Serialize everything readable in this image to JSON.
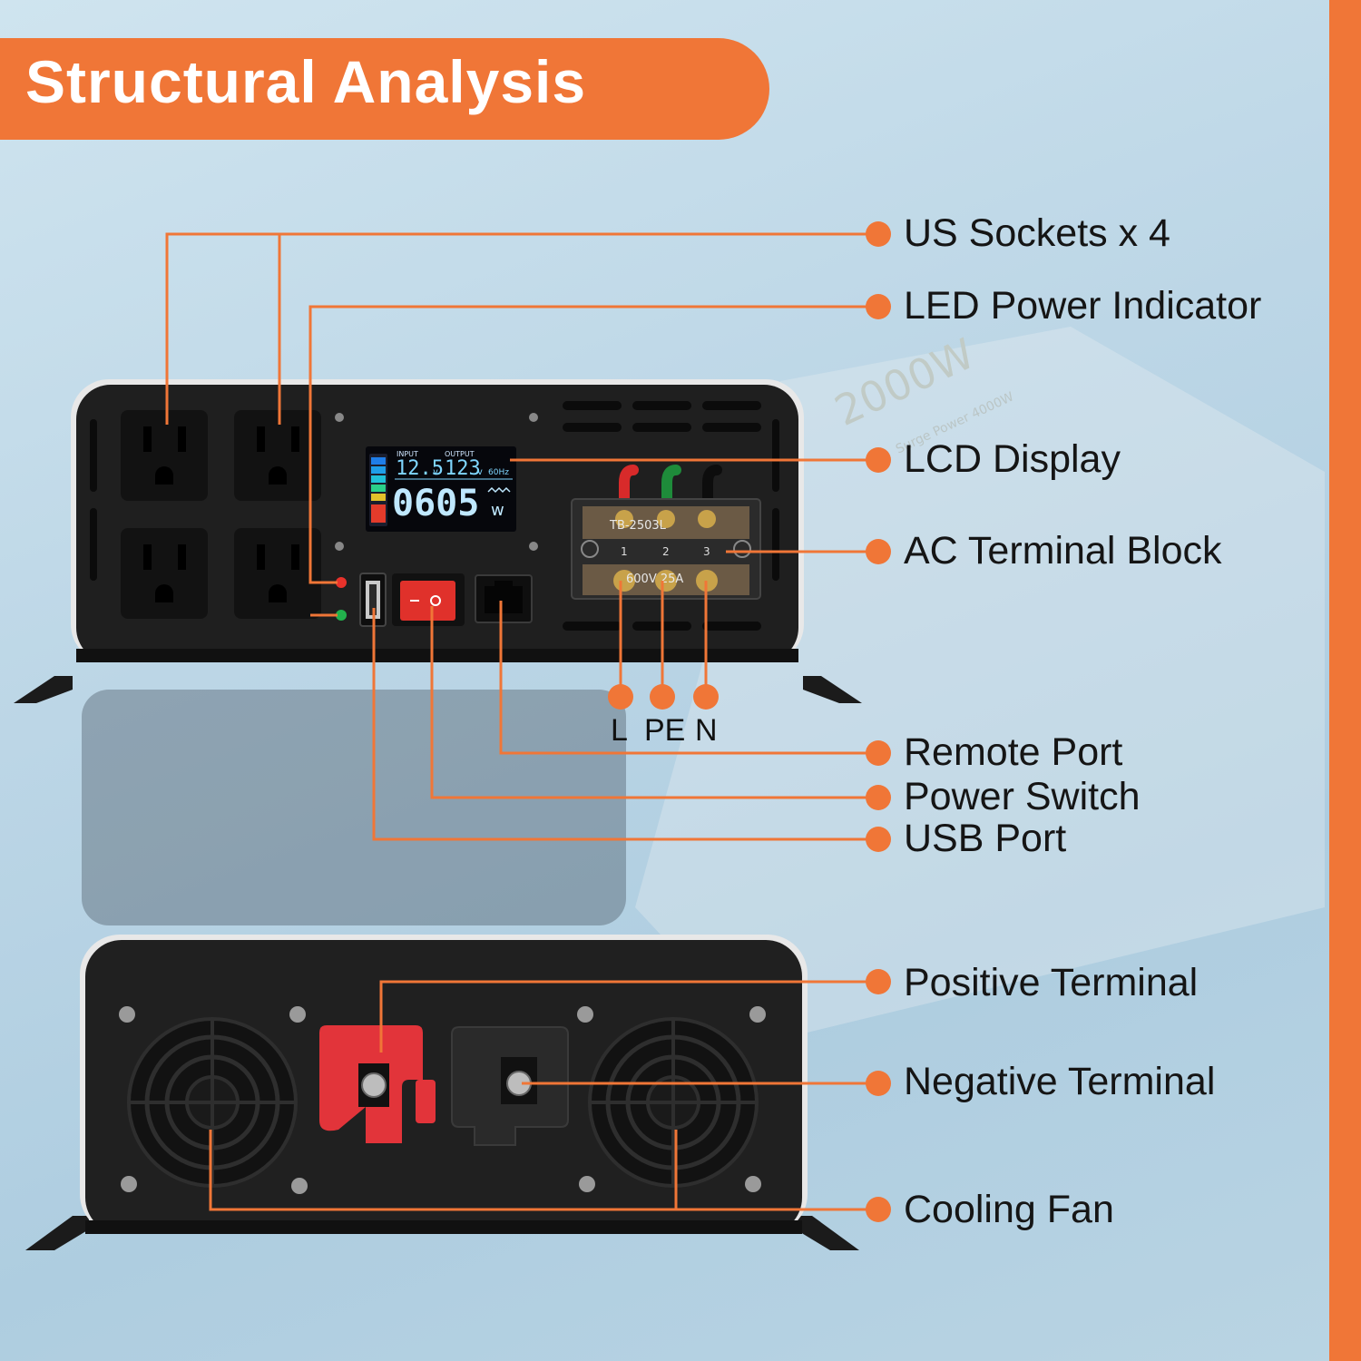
{
  "title": "Structural Analysis",
  "accent_color": "#f07637",
  "callouts": [
    {
      "label": "US Sockets x 4"
    },
    {
      "label": "LED Power Indicator"
    },
    {
      "label": "LCD Display"
    },
    {
      "label": "AC Terminal Block"
    },
    {
      "label": "Remote Port"
    },
    {
      "label": "Power Switch"
    },
    {
      "label": "USB Port"
    },
    {
      "label": "Positive Terminal"
    },
    {
      "label": "Negative Terminal"
    },
    {
      "label": "Cooling Fan"
    }
  ],
  "terminals": {
    "l": "L",
    "pe": "PE",
    "n": "N"
  },
  "lcd": {
    "input_label": "INPUT",
    "output_label": "OUTPUT",
    "input_value": "12.5",
    "input_unit": "v",
    "output_value": "123",
    "output_unit": "v",
    "frequency": "60Hz",
    "power_value": "0605",
    "power_unit": "w"
  },
  "terminal_block": {
    "model": "TB-2503L",
    "rating": "600V 25A",
    "positions": [
      "1",
      "2",
      "3"
    ]
  },
  "product_label": {
    "power": "2000W",
    "surge": "Surge Power 4000W"
  }
}
